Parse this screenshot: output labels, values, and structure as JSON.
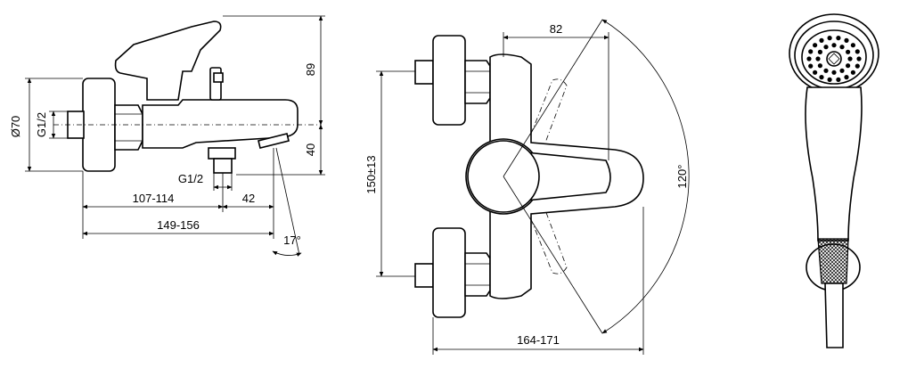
{
  "side_view": {
    "labels": {
      "dia70": "Ø70",
      "g12_left": "G1/2",
      "h89": "89",
      "h40": "40",
      "g12_bottom": "G1/2",
      "w107": "107-114",
      "w42": "42",
      "w149": "149-156",
      "angle17": "17°"
    }
  },
  "front_view": {
    "labels": {
      "w82": "82",
      "h150": "150±13",
      "angle120": "120°",
      "w164": "164-171"
    }
  }
}
